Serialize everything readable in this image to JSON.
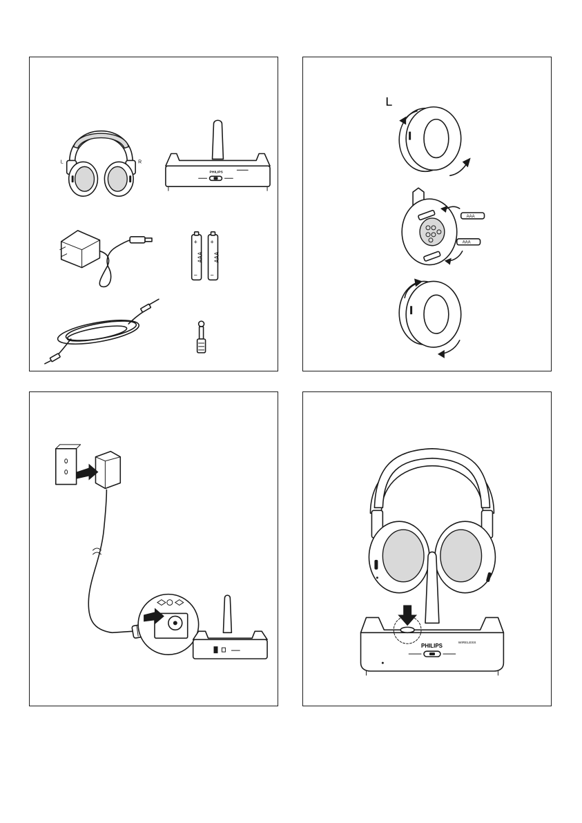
{
  "package_contents": {
    "headphone_left_mark": "L",
    "headphone_right_mark": "R",
    "dock_brand": "PHILIPS",
    "battery_type": "AAA",
    "battery_plus": "+",
    "battery_minus": "−"
  },
  "battery_install": {
    "side_label": "L",
    "battery_type": "AAA"
  },
  "power_connection": {},
  "charging": {
    "brand": "PHILIPS",
    "dock_label": "WIRELESS"
  }
}
